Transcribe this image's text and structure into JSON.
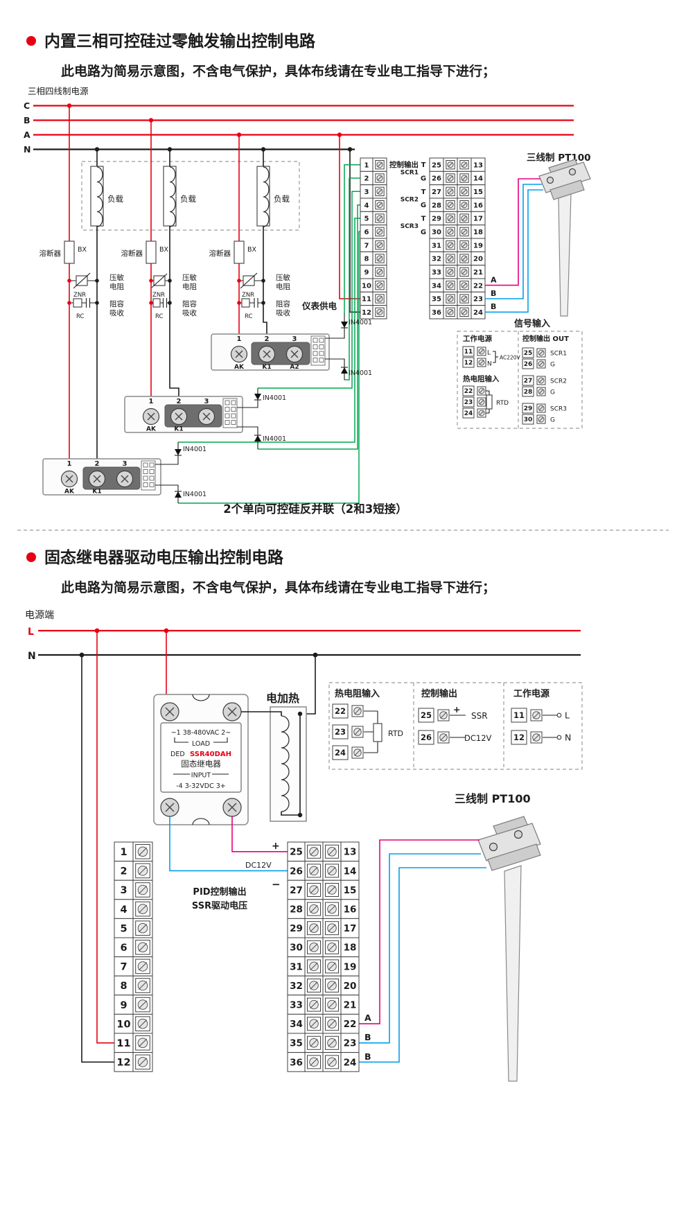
{
  "terminal_numbers": {
    "left": [
      "1",
      "2",
      "3",
      "4",
      "5",
      "6",
      "7",
      "8",
      "9",
      "10",
      "11",
      "12"
    ],
    "mid": [
      "25",
      "26",
      "27",
      "28",
      "29",
      "30",
      "31",
      "32",
      "33",
      "34",
      "35",
      "36"
    ],
    "right": [
      "13",
      "14",
      "15",
      "16",
      "17",
      "18",
      "19",
      "20",
      "21",
      "22",
      "23",
      "24"
    ]
  },
  "section1": {
    "title": "内置三相可控硅过零触发输出控制电路",
    "subtitle": "此电路为简易示意图，不含电气保护，具体布线请在专业电工指导下进行；",
    "power_system": "三相四线制电源",
    "phases": [
      "C",
      "B",
      "A",
      "N"
    ],
    "load": "负载",
    "fuse": "溶断器",
    "fuse_model": "BX",
    "varistor": [
      "压敏",
      "电阻"
    ],
    "varistor_model": "ZNR",
    "rc": [
      "阻容",
      "吸收"
    ],
    "rc_model": "RC",
    "scr_pin_numbers": [
      "1",
      "2",
      "3"
    ],
    "scr_pin_labels": [
      "AK",
      "K1",
      "A2"
    ],
    "diode": "IN4001",
    "meter_supply": "仪表供电",
    "mid": {
      "control_output": "控制输出",
      "t": "T",
      "g": "G",
      "scr": [
        "SCR1",
        "SCR2",
        "SCR3"
      ]
    },
    "pt100": "三线制 PT100",
    "signal_input": "信号输入",
    "sensor_wires": [
      "A",
      "B",
      "B"
    ],
    "legend": {
      "work_power": "工作电源",
      "l": "L",
      "n": "N",
      "ac": "AC220V",
      "power_terms": [
        "11",
        "12"
      ],
      "rtd_input": "热电阻输入",
      "rtd": "RTD",
      "rtd_terms": [
        "22",
        "23",
        "24"
      ],
      "control_out": "控制输出 OUT",
      "g": "G",
      "out_terms": [
        "25",
        "26",
        "27",
        "28",
        "29",
        "30"
      ],
      "out_labels": [
        "SCR1",
        "SCR2",
        "SCR3"
      ]
    },
    "caption": "2个单向可控硅反并联（2和3短接）"
  },
  "section2": {
    "title": "固态继电器驱动电压输出控制电路",
    "subtitle": "此电路为简易示意图，不含电气保护，具体布线请在专业电工指导下进行；",
    "power_side": "电源端",
    "l": "L",
    "n": "N",
    "heater": "电加热",
    "ssr": {
      "line1": "~1  38-480VAC  2~",
      "load": "LOAD",
      "brand": "DED",
      "model": "SSR40DAH",
      "name": "固态继电器",
      "input": "INPUT",
      "line2": "-4  3-32VDC  3+"
    },
    "plus": "+",
    "minus": "−",
    "dc12v": "DC12V",
    "pid_line1": "PID控制输出",
    "pid_line2": "SSR驱动电压",
    "legend": {
      "rtd_input": "热电阻输入",
      "rtd": "RTD",
      "rtd_terms": [
        "22",
        "23",
        "24"
      ],
      "control_out": "控制输出",
      "out_terms": [
        "25",
        "26"
      ],
      "plus": "+",
      "ssr": "SSR",
      "dc12v": "DC12V",
      "work_power": "工作电源",
      "power_terms": [
        "11",
        "12"
      ],
      "l": "L",
      "n": "N"
    },
    "pt100": "三线制 PT100",
    "sensor_wires": [
      "A",
      "B",
      "B"
    ]
  }
}
